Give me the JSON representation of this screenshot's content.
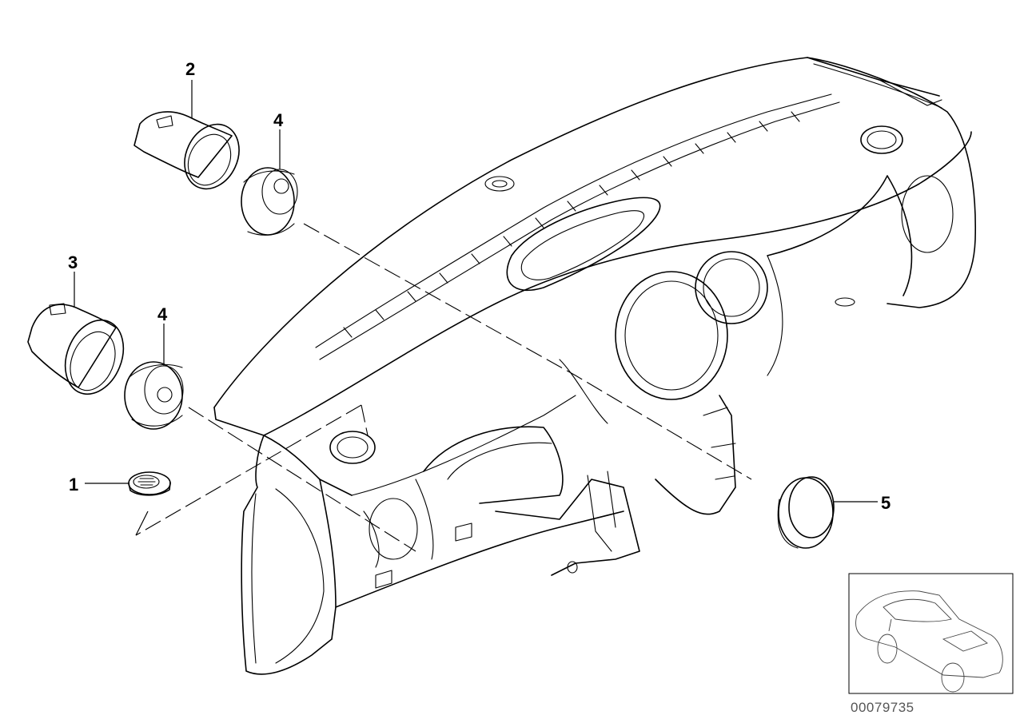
{
  "callouts": [
    {
      "id": "1",
      "label": "1"
    },
    {
      "id": "2",
      "label": "2"
    },
    {
      "id": "3",
      "label": "3"
    },
    {
      "id": "4a",
      "label": "4"
    },
    {
      "id": "4b",
      "label": "4"
    },
    {
      "id": "5",
      "label": "5"
    }
  ],
  "document_number": "00079735"
}
